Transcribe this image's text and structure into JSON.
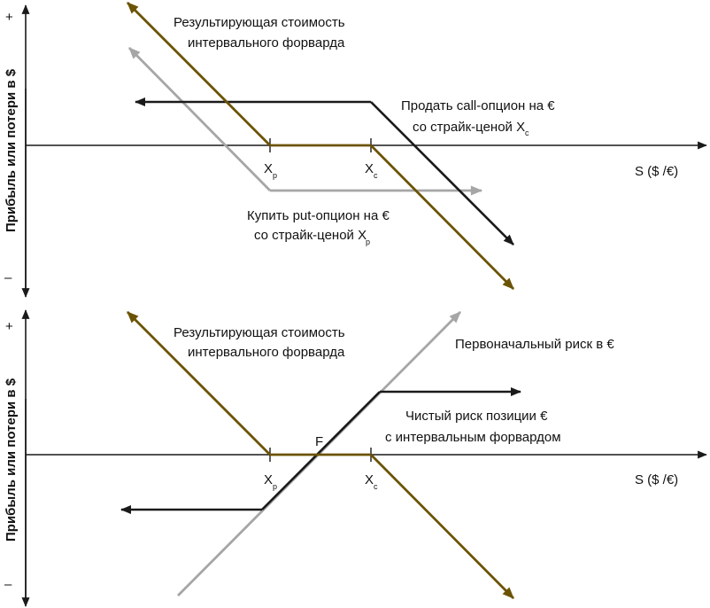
{
  "colors": {
    "result_line": "#6b5304",
    "put_line": "#a6a6a6",
    "call_line": "#1a1a1a",
    "axis": "#1a1a1a"
  },
  "panel_top": {
    "y_axis_label": "Прибыль или потери в $",
    "plus": "+",
    "minus": "–",
    "x_axis_label": "S ($ /€)",
    "tick_xp": "X",
    "tick_xp_sub": "p",
    "tick_xc": "X",
    "tick_xc_sub": "c",
    "result_label_1": "Результирующая стоимость",
    "result_label_2": "интервального форварда",
    "sell_call_1": "Продать call-опцион на €",
    "sell_call_2": "со страйк-ценой X",
    "sell_call_sub": "c",
    "buy_put_1": "Купить put-опцион на €",
    "buy_put_2": "со страйк-ценой X",
    "buy_put_sub": "p"
  },
  "panel_bottom": {
    "y_axis_label": "Прибыль или потери в $",
    "plus": "+",
    "minus": "–",
    "x_axis_label": "S ($ /€)",
    "tick_xp": "X",
    "tick_xp_sub": "p",
    "tick_xc": "X",
    "tick_xc_sub": "c",
    "f_label": "F",
    "result_label_1": "Результирующая стоимость",
    "result_label_2": "интервального форварда",
    "initial_risk": "Первоначальный риск в €",
    "net_risk_1": "Чистый риск позиции €",
    "net_risk_2": "с интервальным форвардом"
  }
}
